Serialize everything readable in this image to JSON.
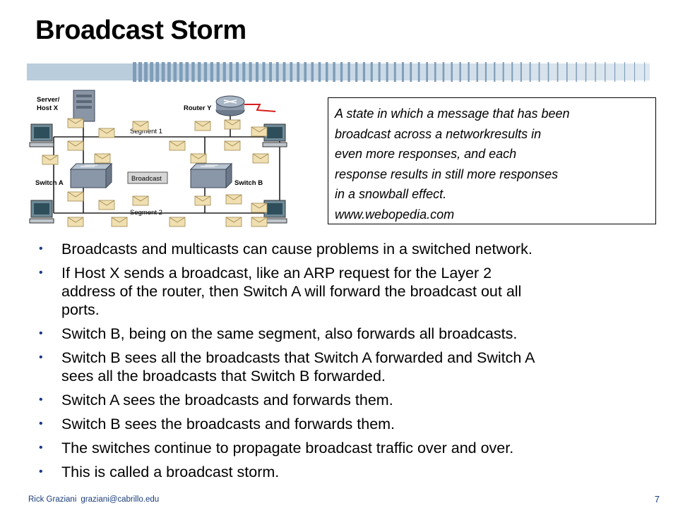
{
  "slide": {
    "title": "Broadcast Storm",
    "page_number": "7",
    "footer": {
      "author": "Rick Graziani",
      "email": "graziani@cabrillo.edu"
    }
  },
  "diagram": {
    "labels": {
      "server": "Server/",
      "host_x": "Host X",
      "router_y": "Router Y",
      "segment_1": "Segment 1",
      "broadcast": "Broadcast",
      "switch_a": "Switch A",
      "switch_b": "Switch B",
      "segment_2": "Segment 2"
    }
  },
  "definition": {
    "lines": [
      "A state in which a message that has been",
      "broadcast across a networkresults in",
      "even more responses, and each",
      "response results in still more responses",
      "in a snowball effect.",
      "www.webopedia.com"
    ]
  },
  "bullets": [
    {
      "lines": [
        "Broadcasts and multicasts can cause problems in a switched network."
      ]
    },
    {
      "lines": [
        "If Host X sends a broadcast, like an ARP request for the Layer 2",
        "address of the router, then Switch A will forward the broadcast out all",
        "ports."
      ]
    },
    {
      "lines": [
        "Switch B, being on the same segment, also forwards all broadcasts."
      ]
    },
    {
      "lines": [
        "Switch B sees all the broadcasts that Switch A forwarded and Switch A",
        "sees all the broadcasts that Switch B forwarded."
      ]
    },
    {
      "lines": [
        "Switch A sees the broadcasts and forwards them."
      ]
    },
    {
      "lines": [
        "Switch B sees the broadcasts and forwards them."
      ]
    },
    {
      "lines": [
        "The switches continue to propagate broadcast traffic over and over."
      ]
    },
    {
      "lines": [
        "This is called a broadcast storm."
      ]
    }
  ],
  "colors": {
    "bullet": "#1a3a88",
    "footer": "#1b3d7a",
    "bar": "#9ab3c9"
  }
}
